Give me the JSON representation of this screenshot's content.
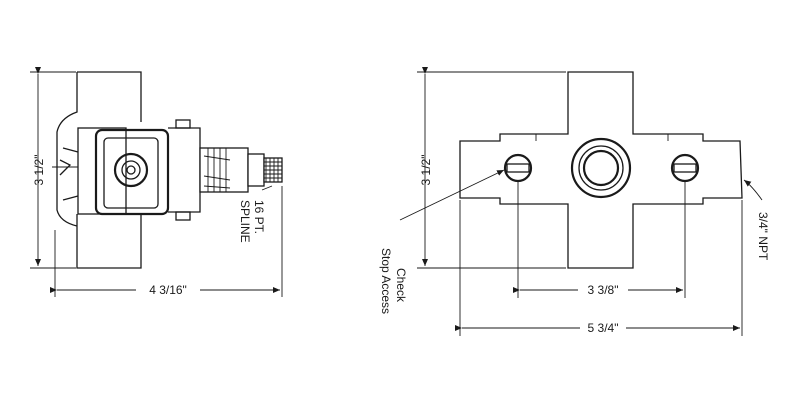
{
  "left_view": {
    "height_dim": "3 1/2\"",
    "width_dim": "4 3/16\"",
    "spline_line1": "16 PT.",
    "spline_line2": "SPLINE"
  },
  "right_view": {
    "height_dim": "3 1/2\"",
    "port_spacing_dim": "3 3/8\"",
    "width_dim": "5 3/4\"",
    "check_line1": "Check",
    "check_line2": "Stop Access",
    "npt_label": "3/4\"  NPT"
  }
}
